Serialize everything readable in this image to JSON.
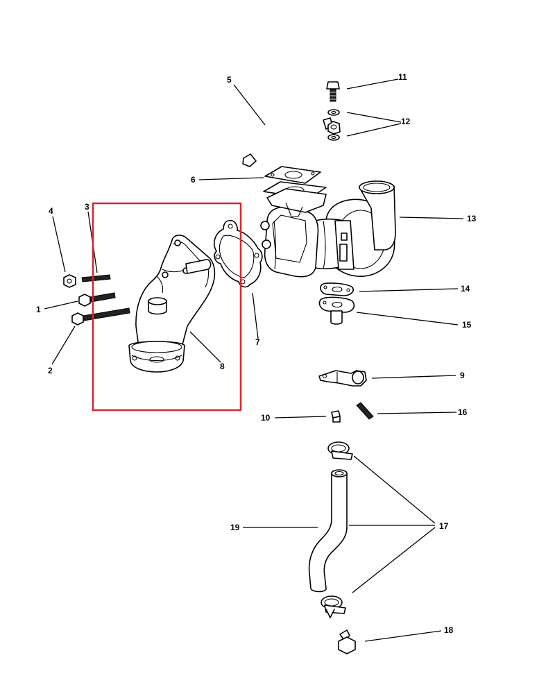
{
  "colors": {
    "highlight": "#d9262c",
    "ink": "#000000"
  },
  "callouts": {
    "c1": "1",
    "c2": "2",
    "c3": "3",
    "c4": "4",
    "c5": "5",
    "c6": "6",
    "c7": "7",
    "c8": "8",
    "c9": "9",
    "c10": "10",
    "c11": "11",
    "c12": "12",
    "c13": "13",
    "c14": "14",
    "c15": "15",
    "c16": "16",
    "c17": "17",
    "c18": "18",
    "c19": "19"
  }
}
